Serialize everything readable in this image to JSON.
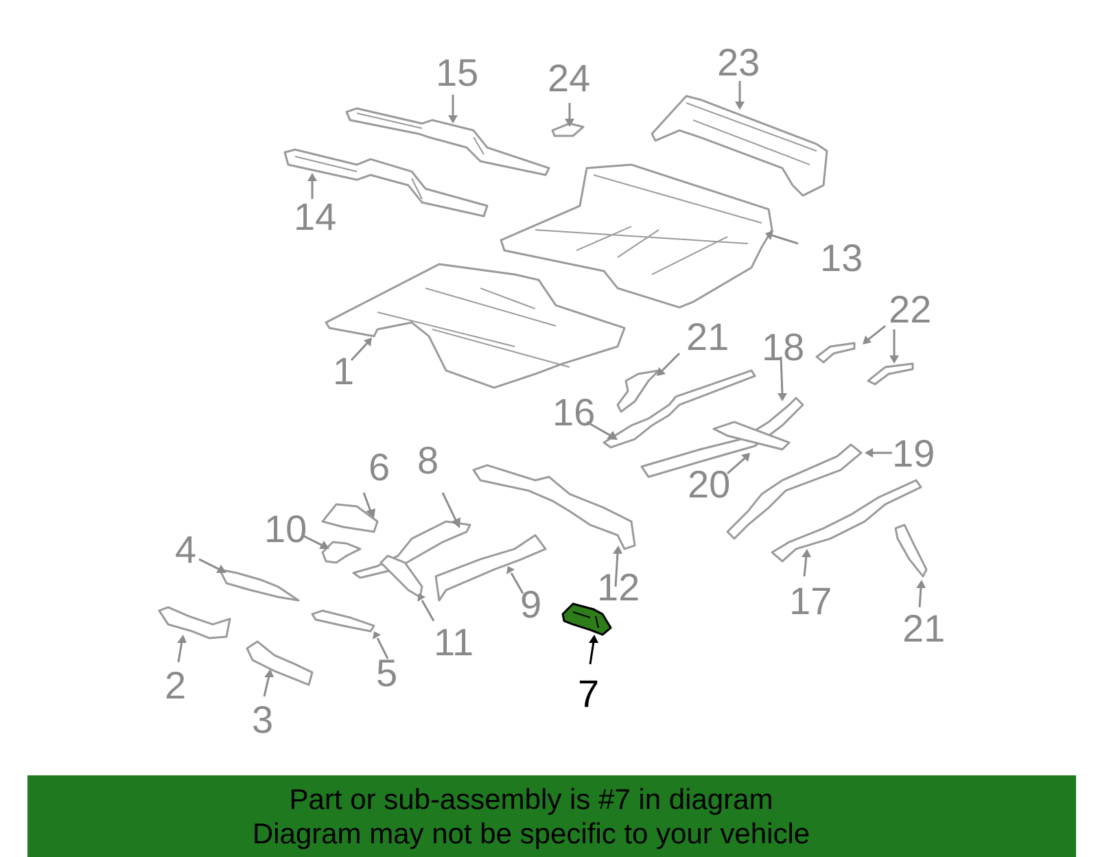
{
  "callouts": {
    "c1": "1",
    "c2": "2",
    "c3": "3",
    "c4": "4",
    "c5": "5",
    "c6": "6",
    "c7": "7",
    "c8": "8",
    "c9": "9",
    "c10": "10",
    "c11": "11",
    "c12": "12",
    "c13": "13",
    "c14": "14",
    "c15": "15",
    "c16": "16",
    "c17": "17",
    "c18": "18",
    "c19": "19",
    "c20": "20",
    "c21a": "21",
    "c21b": "21",
    "c22": "22",
    "c23": "23",
    "c24": "24"
  },
  "highlighted_part": "7",
  "banner": {
    "line1": "Part or sub-assembly is #7 in diagram",
    "line2": "Diagram may not be specific to your vehicle"
  },
  "colors": {
    "highlight": "#2e7d1a",
    "banner": "#1f7a1f",
    "parts": "#9a9a9a"
  }
}
